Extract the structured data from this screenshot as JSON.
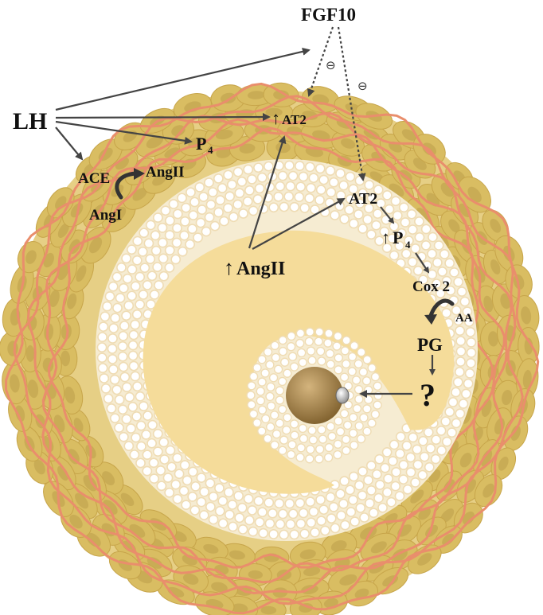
{
  "labels": {
    "fgf10": "FGF10",
    "lh": "LH",
    "at2_upper": "AT2",
    "at2_upper_arrow": "↑",
    "p4_left": "P",
    "p4_left_sub": "4",
    "ace": "ACE",
    "angii_left": "AngII",
    "angi": "AngI",
    "at2_lower": "AT2",
    "p4_right_arrow": "↑",
    "p4_right": "P",
    "p4_right_sub": "4",
    "angii_center_arrow": "↑",
    "angii_center": "AngII",
    "cox2": "Cox 2",
    "aa": "AA",
    "pg": "PG",
    "question": "?"
  },
  "inhibition_symbol": "⊖",
  "colors": {
    "theca": "#e6cf85",
    "theca_cell_fill": "#d9bd62",
    "theca_cell_stroke": "#c7a54a",
    "theca_nucleus": "#c9ac55",
    "granulosa_bg": "#f6ecd2",
    "granulosa_cell": "#ffffff",
    "granulosa_cell_ring": "#efdcb4",
    "antrum": "#f5dc9a",
    "vessel": "#e98e6c",
    "oocyte": "#a9874f",
    "arrow": "#444444"
  }
}
